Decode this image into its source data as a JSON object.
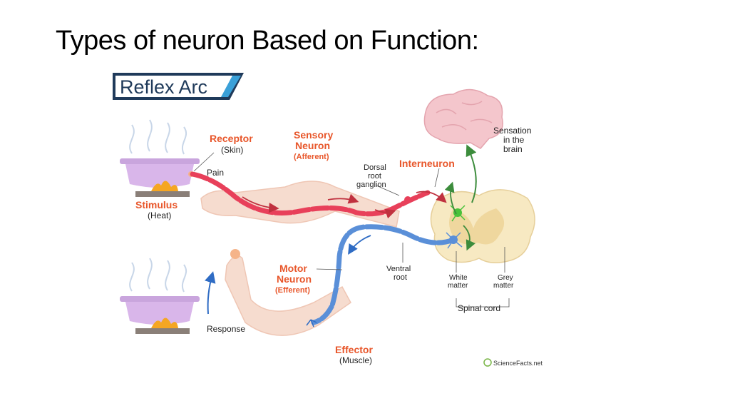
{
  "slide": {
    "title": "Types of neuron Based on Function:"
  },
  "badge": {
    "text": "Reflex Arc"
  },
  "labels": {
    "receptor": "Receptor",
    "skin": "(Skin)",
    "pain": "Pain",
    "stimulus": "Stimulus",
    "heat": "(Heat)",
    "sensory_1": "Sensory",
    "sensory_2": "Neuron",
    "sensory_3": "(Afferent)",
    "dorsal_1": "Dorsal",
    "dorsal_2": "root",
    "dorsal_3": "ganglion",
    "interneuron": "Interneuron",
    "sensation_1": "Sensation",
    "sensation_2": "in the",
    "sensation_3": "brain",
    "motor_1": "Motor",
    "motor_2": "Neuron",
    "motor_3": "(Efferent)",
    "ventral_1": "Ventral",
    "ventral_2": "root",
    "white_1": "White",
    "white_2": "matter",
    "grey_1": "Grey",
    "grey_2": "matter",
    "spinal_cord": "Spinal cord",
    "response": "Response",
    "effector": "Effector",
    "muscle": "(Muscle)",
    "watermark": "ScienceFacts.net"
  },
  "colors": {
    "sensory": "#e8405a",
    "motor": "#5a8fd8",
    "ascending": "#3c8c3c",
    "label_orange": "#e8562a",
    "badge_navy": "#1f3a5a",
    "badge_accent": "#3aa0d8",
    "skin": "#f6dccf",
    "brain": "#f4c6cc",
    "cord": "#f7e9c2",
    "pot": "#d9b6ea"
  }
}
